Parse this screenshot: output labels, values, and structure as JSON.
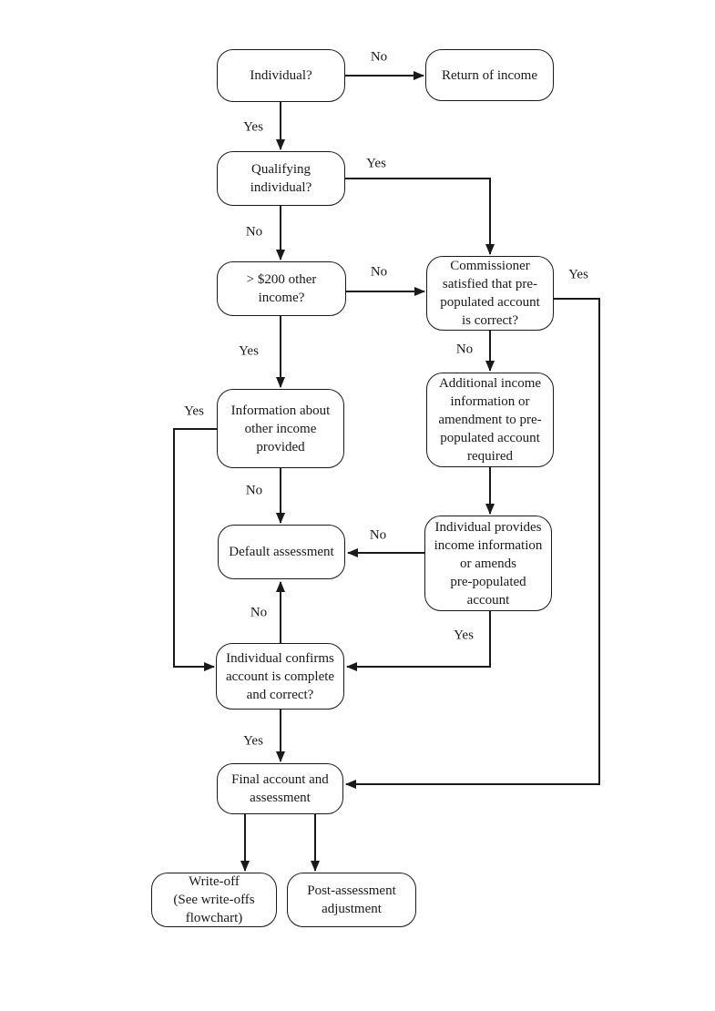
{
  "diagram": {
    "type": "flowchart",
    "colors": {
      "stroke": "#1a1a1a",
      "text": "#1a1a1a",
      "node_fill": "#ffffff",
      "background": "#ffffff"
    },
    "nodes": {
      "individual": {
        "label": "Individual?"
      },
      "return_of_income": {
        "label": "Return of income"
      },
      "qualifying_individual": {
        "label": "Qualifying\nindividual?"
      },
      "other_income_200": {
        "label": "> $200 other\nincome?"
      },
      "commissioner_satisfied": {
        "label": "Commissioner\nsatisfied that pre-\npopulated account\nis correct?"
      },
      "information_provided": {
        "label": "Information about\nother income\nprovided"
      },
      "additional_required": {
        "label": "Additional income\ninformation or\namendment to pre-\npopulated account\nrequired"
      },
      "individual_provides": {
        "label": "Individual provides\nincome information\nor amends\npre-populated\naccount"
      },
      "default_assessment": {
        "label": "Default assessment"
      },
      "individual_confirms": {
        "label": "Individual confirms\naccount is complete\nand correct?"
      },
      "final_account": {
        "label": "Final account and\nassessment"
      },
      "write_off": {
        "label": "Write-off\n(See write-offs\nflowchart)"
      },
      "post_assessment": {
        "label": "Post-assessment\nadjustment"
      }
    },
    "edge_labels": {
      "individual_no": "No",
      "individual_yes": "Yes",
      "qualifying_yes": "Yes",
      "qualifying_no": "No",
      "other_income_no": "No",
      "commissioner_yes": "Yes",
      "commissioner_no": "No",
      "other_income_yes": "Yes",
      "information_yes": "Yes",
      "information_no": "No",
      "provides_no": "No",
      "confirms_no": "No",
      "provides_yes": "Yes",
      "confirms_yes": "Yes"
    }
  }
}
